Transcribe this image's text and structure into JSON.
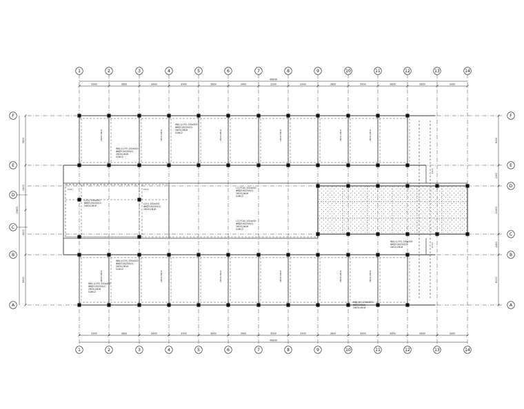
{
  "grid": {
    "numbers": [
      "1",
      "2",
      "3",
      "4",
      "5",
      "6",
      "7",
      "8",
      "9",
      "10",
      "11",
      "12",
      "13",
      "14"
    ],
    "letters": [
      "F",
      "E",
      "D",
      "C",
      "B",
      "A"
    ],
    "left_letters": [
      "F",
      "E",
      "D",
      "C",
      "B",
      "A"
    ]
  },
  "dims": {
    "top_segments": [
      "3900",
      "3600",
      "3600",
      "3900",
      "3600",
      "3900",
      "3900",
      "3900",
      "3600",
      "3900",
      "3600",
      "3600",
      "3900"
    ],
    "top_total": "49800",
    "bottom_segments": [
      "3900",
      "3600",
      "3600",
      "3900",
      "3600",
      "3900",
      "3900",
      "3900",
      "3600",
      "3900",
      "3600",
      "3600",
      "3900"
    ],
    "bottom_total": "49800",
    "left_segments": [
      "5600",
      "2400",
      "2400",
      "5600"
    ],
    "left_total": "23600",
    "right_segments": [
      "6000",
      "2400",
      "21600",
      "2400",
      "6000"
    ]
  },
  "notes": [
    {
      "id": "n1",
      "lines": [
        "WKL1(1YY) 200x400",
        "Φ8@100/200(2)",
        "2Φ16;2Φ16",
        "G2Φ12"
      ]
    },
    {
      "id": "n2",
      "lines": [
        "WKL1(1YY) 200x400",
        "Φ8@100/200(2)",
        "2Φ16;2Φ16",
        "G2Φ12"
      ]
    },
    {
      "id": "n3",
      "lines": [
        "L1(1Y1A) 200x400",
        "Φ8@100/200(2)",
        "2Φ16;2Φ16",
        "G2Φ12"
      ]
    },
    {
      "id": "n4",
      "lines": [
        "L1(1Y1A) 200x400",
        "Φ8@100/200(2)",
        "2Φ16;2Φ16",
        "G2Φ12"
      ]
    },
    {
      "id": "n5",
      "lines": [
        "WKL1(1YY) 200x400",
        "Φ8@100/200(2)",
        "2Φ16;2Φ16",
        "G2Φ12"
      ]
    },
    {
      "id": "n6",
      "lines": [
        "WKL1(1YY) 200x400",
        "Φ8@100/200(2)",
        "2Φ16;2Φ16",
        "G2Φ12"
      ]
    },
    {
      "id": "n7",
      "lines": [
        "L2(1) 200x400",
        "Φ8@100/200(2)",
        "2Φ16;2Φ16"
      ]
    },
    {
      "id": "n8",
      "lines": [
        "L2(1) 200x400",
        "Φ8@100/200(2)",
        "2Φ16;2Φ16"
      ]
    },
    {
      "id": "n9",
      "lines": [
        "WKL3(1) 200x500",
        "Φ8@100(2)",
        "2Φ16;2Φ16"
      ]
    },
    {
      "id": "n10",
      "lines": [
        "WKL1(1YY) 200x500",
        "Φ8@100/200(2)",
        "2Φ16;2Φ16"
      ]
    }
  ],
  "labels": {
    "l2_tag": "L2(1)",
    "l1_tag": "L1(1)",
    "beam_small": "2Φ16;2Φ16"
  }
}
